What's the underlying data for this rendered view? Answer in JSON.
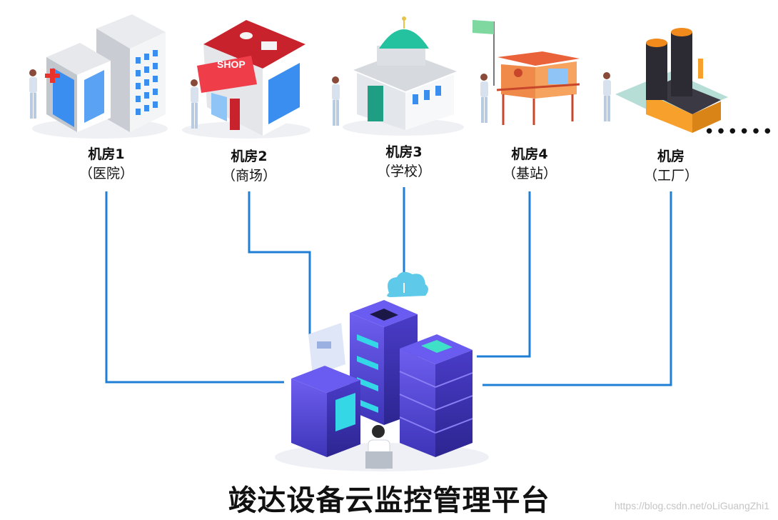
{
  "nodes": [
    {
      "name": "机房1",
      "sub": "（医院）"
    },
    {
      "name": "机房2",
      "sub": "（商场）"
    },
    {
      "name": "机房3",
      "sub": "（学校）"
    },
    {
      "name": "机房4",
      "sub": "（基站）"
    },
    {
      "name": "机房",
      "sub": "（工厂）"
    }
  ],
  "ellipsis": "••••••",
  "shop_sign": "SHOP",
  "platform_title": "竣达设备云监控管理平台",
  "watermark": "https://blog.csdn.net/oLiGuangZhi1",
  "colors": {
    "connector": "#1f7fd4",
    "server": "#5a4ad8"
  }
}
